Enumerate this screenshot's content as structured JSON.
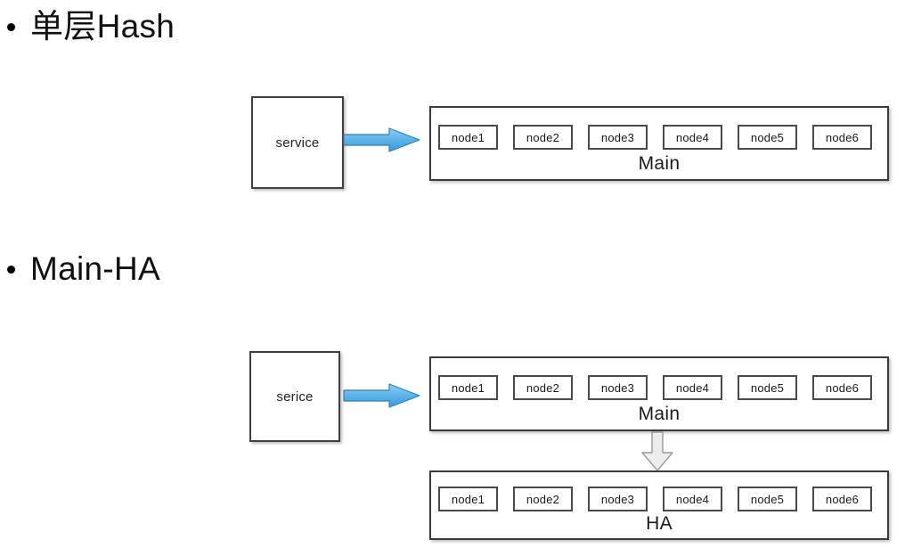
{
  "slide": {
    "background": "#ffffff",
    "bullets": [
      {
        "id": "bullet-hash",
        "text": "单层Hash"
      },
      {
        "id": "bullet-main-ha",
        "text": "Main-HA"
      }
    ]
  },
  "colors": {
    "blue_arrow_fill_light": "#7fc7ef",
    "blue_arrow_fill_dark": "#3a9ad9",
    "blue_arrow_stroke": "#2d7fb8",
    "grey_arrow_fill": "#e8e8e8",
    "grey_arrow_stroke": "#8c8c8c",
    "box_border": "#404040",
    "text": "#1a1a1a"
  },
  "diagrams": [
    {
      "id": "diagram-single-layer-hash",
      "service": {
        "label": "service"
      },
      "arrow": {
        "name": "blue-right-arrow",
        "direction": "right"
      },
      "groups": [
        {
          "id": "group-main-1",
          "label": "Main",
          "nodes": [
            "node1",
            "node2",
            "node3",
            "node4",
            "node5",
            "node6"
          ]
        }
      ]
    },
    {
      "id": "diagram-main-ha",
      "service": {
        "label": "serice"
      },
      "arrow": {
        "name": "blue-right-arrow",
        "direction": "right"
      },
      "replication_arrow": {
        "name": "grey-down-arrow",
        "direction": "down"
      },
      "groups": [
        {
          "id": "group-main-2",
          "label": "Main",
          "nodes": [
            "node1",
            "node2",
            "node3",
            "node4",
            "node5",
            "node6"
          ]
        },
        {
          "id": "group-ha",
          "label": "HA",
          "nodes": [
            "node1",
            "node2",
            "node3",
            "node4",
            "node5",
            "node6"
          ]
        }
      ]
    }
  ]
}
